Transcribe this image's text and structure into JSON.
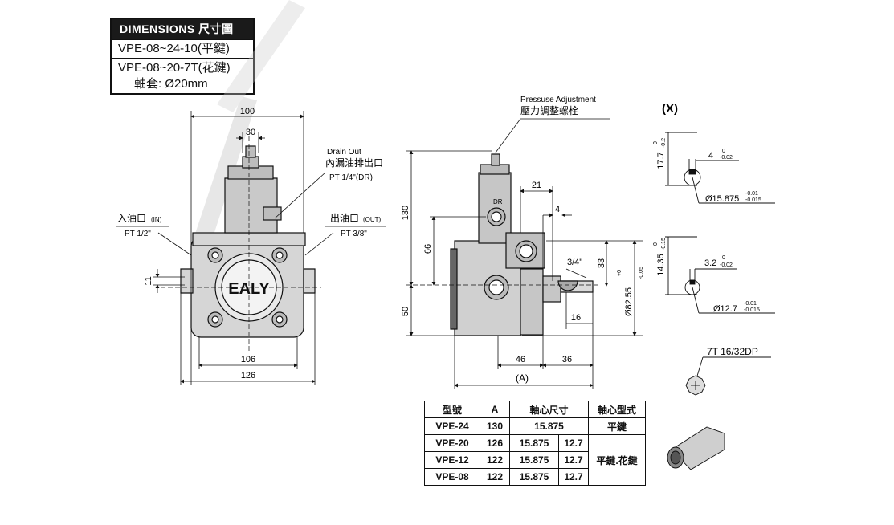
{
  "title_box": {
    "header": "DIMENSIONS 尺寸圖",
    "line1": "VPE-08~24-10(平鍵)",
    "line2": "VPE-08~20-7T(花鍵)",
    "line3": "軸套: Ø20mm"
  },
  "front_view": {
    "dim_width_top": "100",
    "dim_shaft": "30",
    "dim_body": "106",
    "dim_base": "126",
    "dim_left_height": "11",
    "drain_label_en": "Drain Out",
    "drain_label_cn": "內漏油排出口",
    "drain_thread": "PT 1/4\"(DR)",
    "in_label_cn": "入油口",
    "in_label_tag": "(IN)",
    "in_thread": "PT 1/2\"",
    "out_label_cn": "出油口",
    "out_label_tag": "(OUT)",
    "out_thread": "PT 3/8\"",
    "logo": "EALY"
  },
  "side_view": {
    "adjust_label_en": "Pressuse Adjustment",
    "adjust_label_cn": "壓力調整螺栓",
    "dr_label": "DR",
    "dim_130": "130",
    "dim_66": "66",
    "dim_50": "50",
    "dim_21": "21",
    "dim_4": "4",
    "dim_34": "3/4\"",
    "dim_33": "33",
    "dim_dia": "Ø82.55",
    "dim_dia_tol_upper": "+0",
    "dim_dia_tol_lower": "-0.05",
    "dim_16": "16",
    "dim_46": "46",
    "dim_36": "36",
    "dim_A": "(A)"
  },
  "detail_x": {
    "title": "(X)",
    "a_height": "17.7",
    "a_height_tol_upper": "0",
    "a_height_tol_lower": "-0.2",
    "a_key": "4",
    "a_key_tol_upper": "0",
    "a_key_tol_lower": "-0.02",
    "a_dia": "Ø15.875",
    "a_dia_tol_upper": "-0.01",
    "a_dia_tol_lower": "-0.015",
    "b_height": "14.35",
    "b_height_tol_upper": "0",
    "b_height_tol_lower": "-0.15",
    "b_key": "3.2",
    "b_key_tol_upper": "0",
    "b_key_tol_lower": "-0.02",
    "b_dia": "Ø12.7",
    "b_dia_tol_upper": "-0.01",
    "b_dia_tol_lower": "-0.015",
    "spline": "7T 16/32DP"
  },
  "spec_table": {
    "headers": [
      "型號",
      "A",
      "軸心尺寸",
      "軸心型式"
    ],
    "rows": [
      {
        "model": "VPE-24",
        "a": "130",
        "shaft1": "15.875",
        "shaft2": "",
        "type": "平鍵"
      },
      {
        "model": "VPE-20",
        "a": "126",
        "shaft1": "15.875",
        "shaft2": "12.7",
        "type": "平鍵.花鍵"
      },
      {
        "model": "VPE-12",
        "a": "122",
        "shaft1": "15.875",
        "shaft2": "12.7",
        "type": ""
      },
      {
        "model": "VPE-08",
        "a": "122",
        "shaft1": "15.875",
        "shaft2": "12.7",
        "type": ""
      }
    ]
  }
}
